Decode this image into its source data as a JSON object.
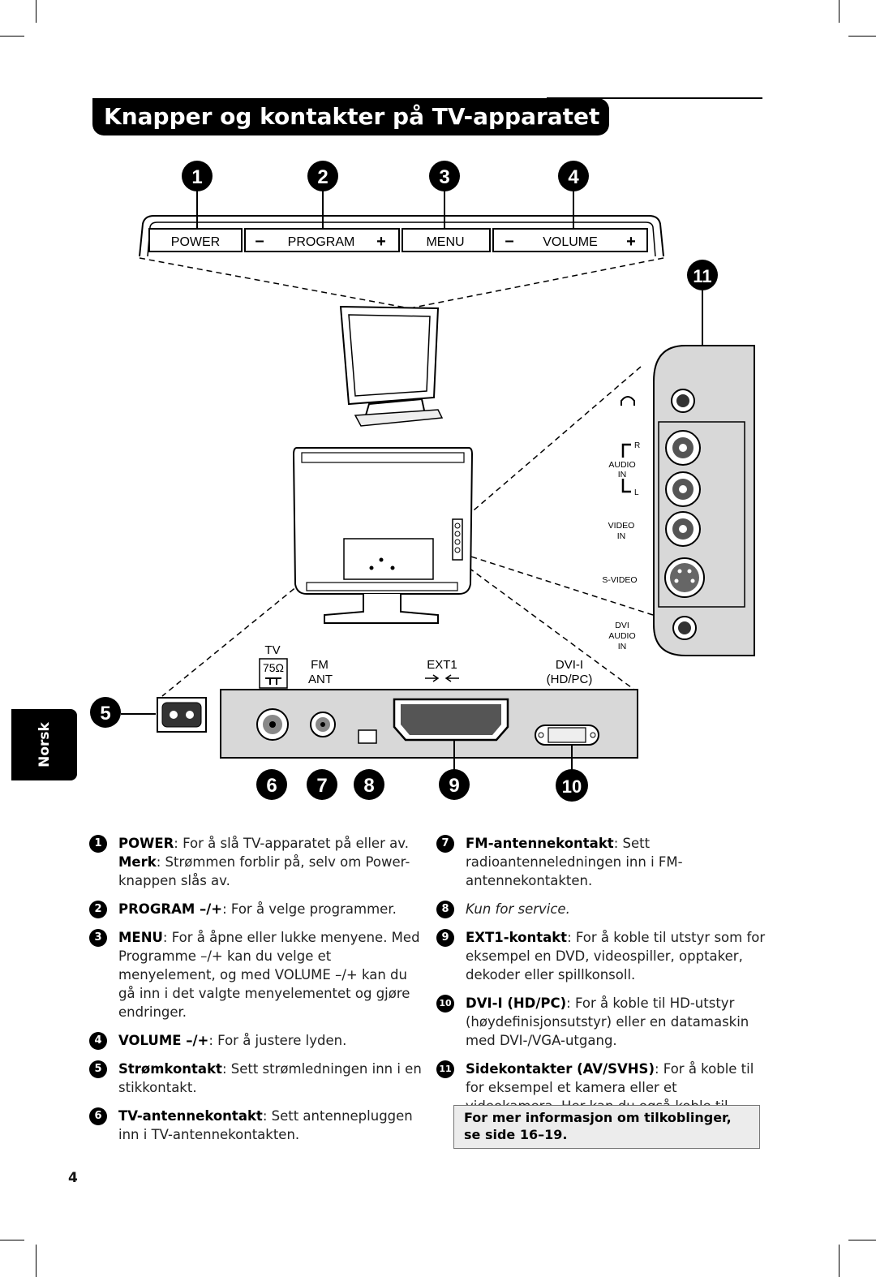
{
  "title": "Knapper og kontakter på TV-apparatet",
  "side_tab": "Norsk",
  "page_number": "4",
  "diagram": {
    "callouts": [
      "1",
      "2",
      "3",
      "4",
      "5",
      "6",
      "7",
      "8",
      "9",
      "10",
      "11"
    ],
    "buttons": {
      "power": "POWER",
      "program": "PROGRAM",
      "menu": "MENU",
      "volume": "VOLUME",
      "minus": "–",
      "plus": "+"
    },
    "side_labels": {
      "r": "R",
      "l": "L",
      "audio": "AUDIO",
      "in": "IN",
      "video": "VIDEO",
      "svideo": "S-VIDEO",
      "dvi": "DVI"
    },
    "rear_labels": {
      "tv": "TV",
      "ohm": "75Ω",
      "fm": "FM",
      "ant": "ANT",
      "ext1": "EXT1",
      "dvi": "DVI-I",
      "hdpc": "(HD/PC)"
    }
  },
  "items": [
    {
      "n": "1",
      "term": "POWER",
      "text": ": For å slå TV-apparatet på eller av. ",
      "term2": "Merk",
      "text2": ": Strømmen forblir på, selv om Power-knappen slås av."
    },
    {
      "n": "2",
      "term": "PROGRAM –/+",
      "text": ": For å velge programmer."
    },
    {
      "n": "3",
      "term": "MENU",
      "text": ": For å åpne eller lukke menyene. Med Programme –/+ kan du velge et menyelement, og med VOLUME –/+ kan du gå inn i det valgte menyelementet og gjøre endringer."
    },
    {
      "n": "4",
      "term": "VOLUME –/+",
      "text": ": For å justere lyden."
    },
    {
      "n": "5",
      "term": "Strømkontakt",
      "text": ": Sett strømledningen inn i en stikkontakt."
    },
    {
      "n": "6",
      "term": "TV-antennekontakt",
      "text": ": Sett antennepluggen inn i TV-antennekontakten."
    },
    {
      "n": "7",
      "term": "FM-antennekontakt",
      "text": ": Sett radioantenneledningen inn i FM-antennekontakten."
    },
    {
      "n": "8",
      "italic": "Kun for service."
    },
    {
      "n": "9",
      "term": "EXT1-kontakt",
      "text": ": For å koble til utstyr som for eksempel en DVD, videospiller, opptaker, dekoder eller spillkonsoll."
    },
    {
      "n": "10",
      "term": "DVI-I (HD/PC)",
      "text": ": For å koble til HD-utstyr (høydefinisjonsutstyr) eller en datamaskin med DVI-/VGA-utgang."
    },
    {
      "n": "11",
      "term": "Sidekontakter (AV/SVHS)",
      "text": ": For å koble til for eksempel et kamera eller et videokamera. Her kan du også koble til hodetelefoner."
    }
  ],
  "note": "For mer informasjon om tilkoblinger, se side 16–19."
}
